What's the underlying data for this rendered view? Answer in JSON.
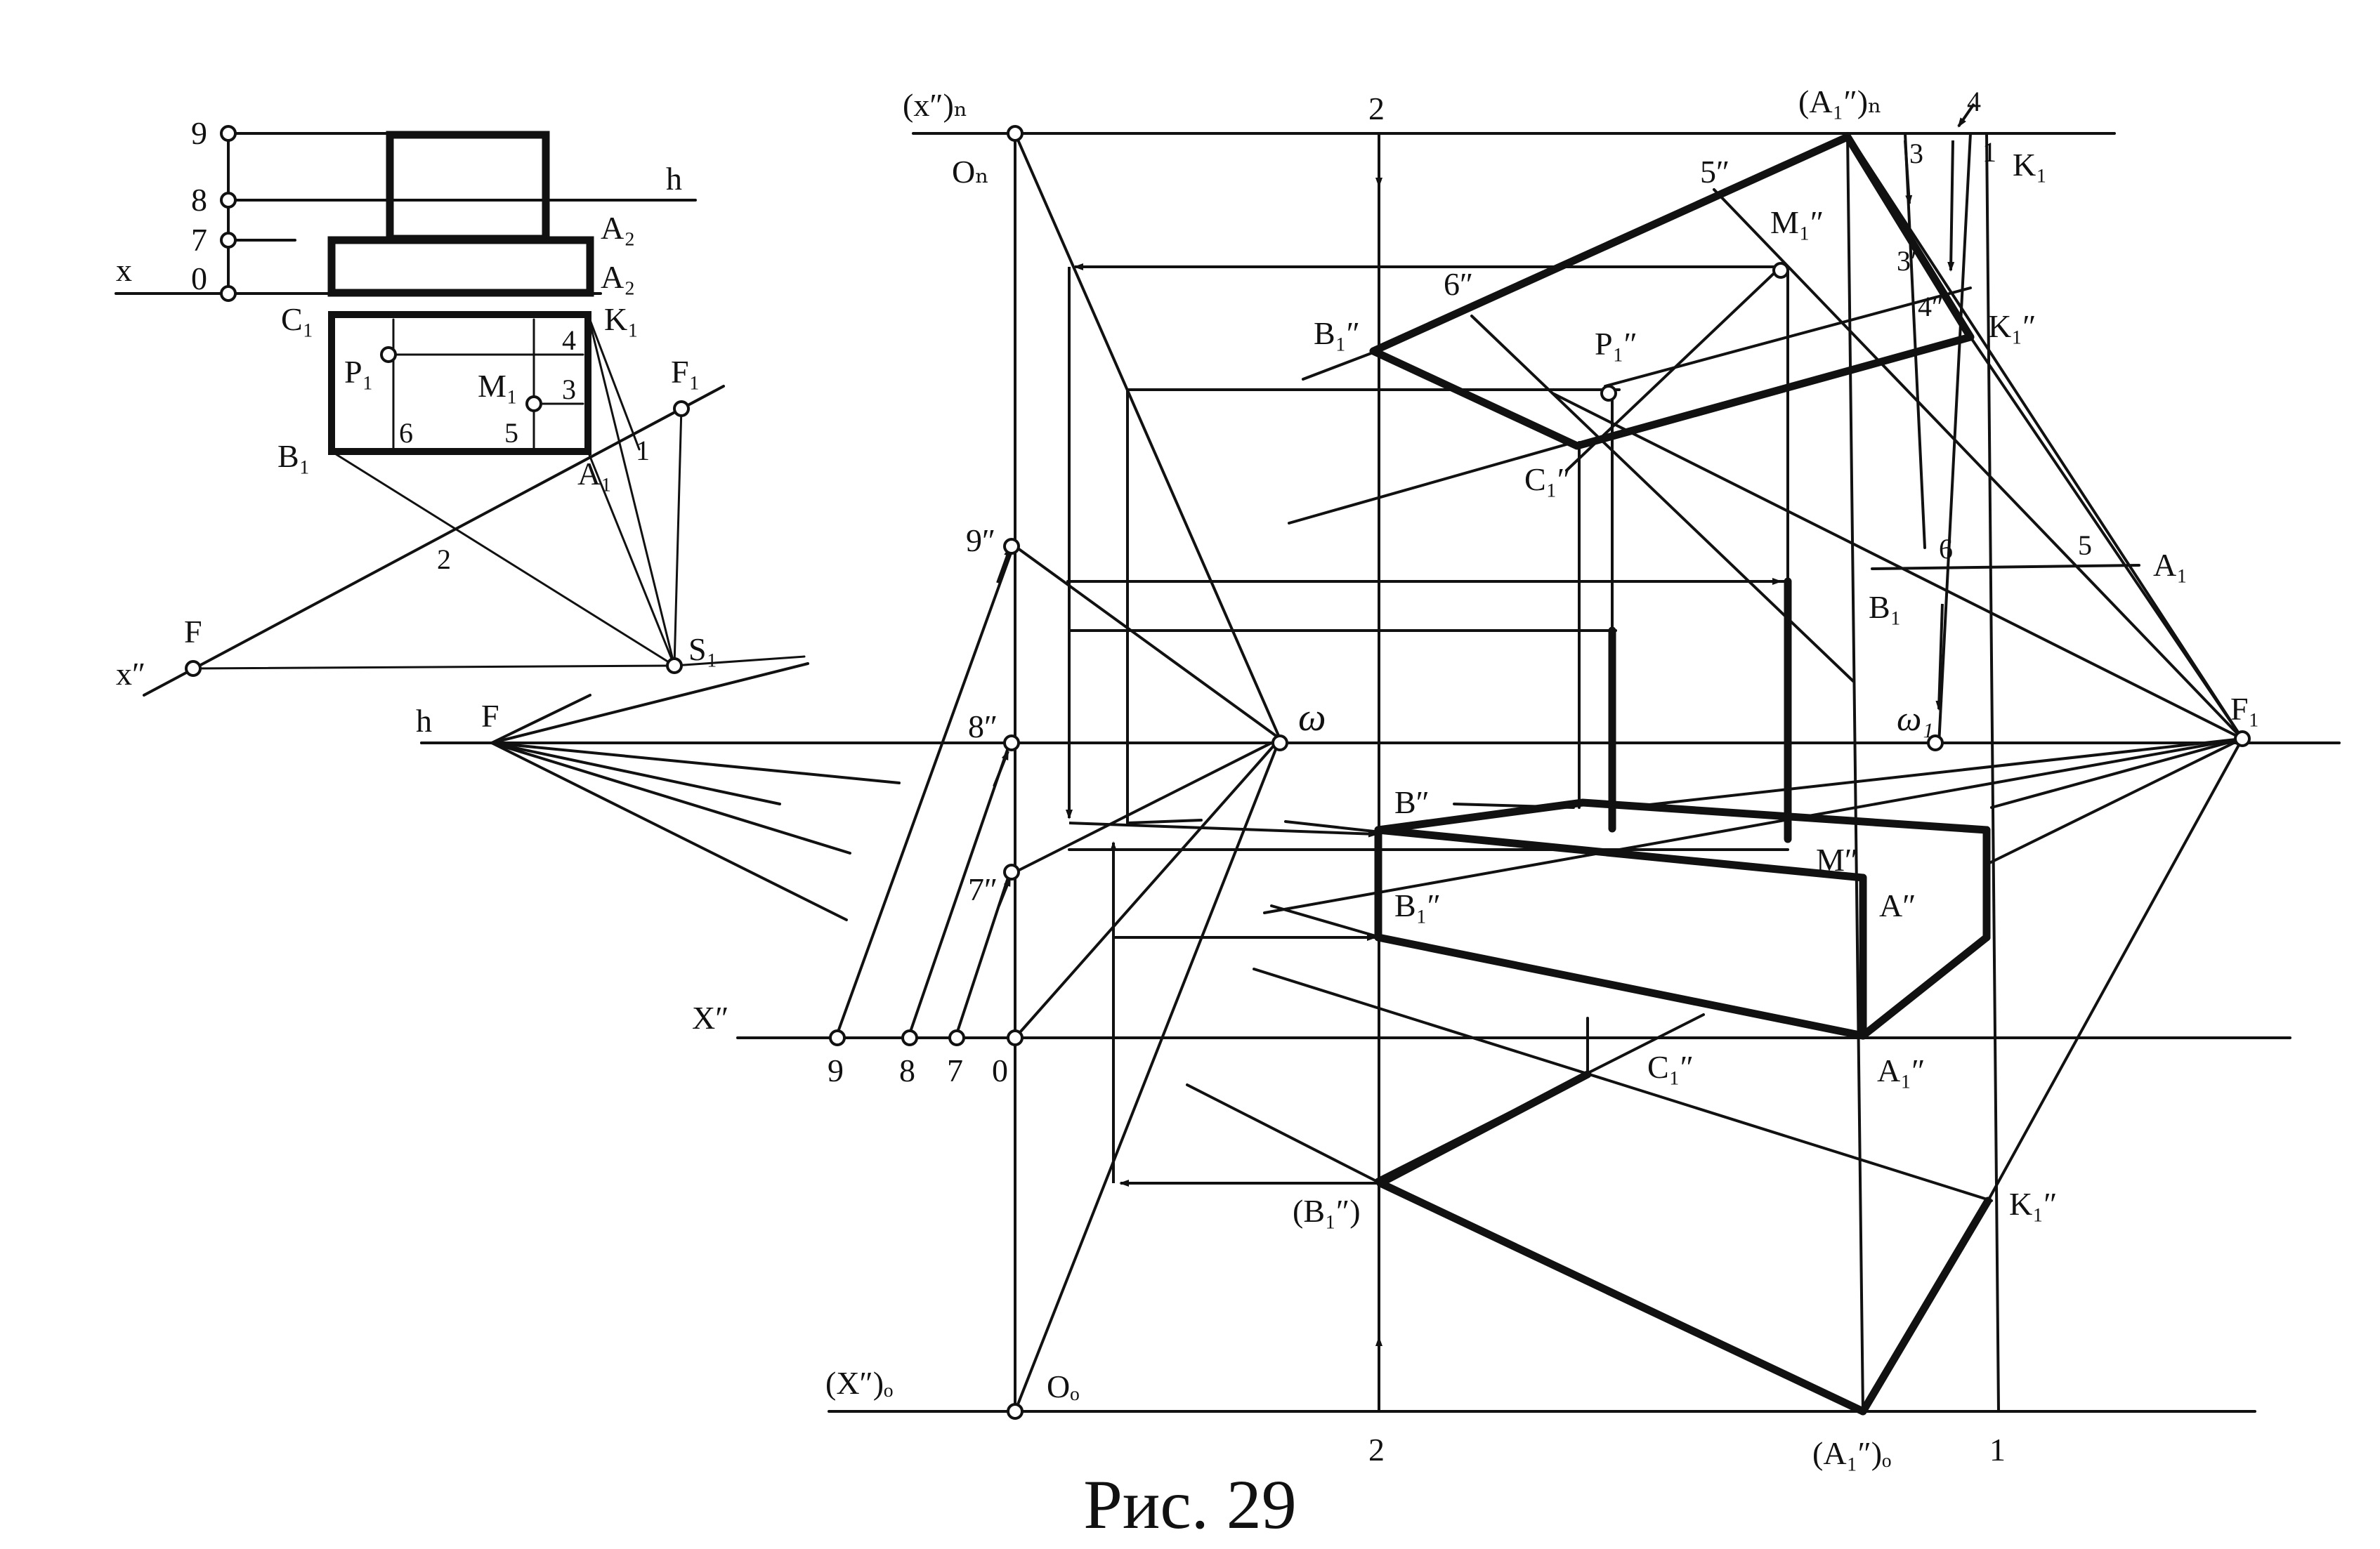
{
  "caption": "Рис. 29",
  "colors": {
    "ink": "#111111",
    "background": "#ffffff"
  },
  "inset": {
    "ruler": [
      "9",
      "8",
      "7",
      "0"
    ],
    "axis_x": "x",
    "horizon": "h",
    "A2_top": "A₂",
    "A2_base": "A₂",
    "C1": "C₁",
    "K1": "K₁",
    "P1": "P₁",
    "M1": "M₁",
    "B1": "B₁",
    "A1": "A₁",
    "F1": "F₁",
    "F": "F",
    "S1": "S₁",
    "x2": "x″",
    "n1": "1",
    "n2": "2",
    "n3": "3",
    "n4": "4",
    "n5": "5",
    "n6": "6"
  },
  "main": {
    "xP": "(x″)ₙ",
    "OP": "Oₙ",
    "top2": "2",
    "A1P": "(A₁″)ₙ",
    "t4": "4",
    "t3": "3",
    "t1": "1",
    "K1top": "K₁",
    "p5": "5″",
    "M1": "M₁″",
    "p3": "3″",
    "p6": "6″",
    "p4": "4″",
    "K1pp": "K₁″",
    "B1pp": "B₁″",
    "P1pp": "P₁″",
    "C1pp": "C₁″",
    "n9": "9″",
    "n8": "8″",
    "n7": "7″",
    "m6": "6",
    "m5": "5",
    "mA1": "A₁",
    "mB1": "B₁",
    "h": "h",
    "F": "F",
    "omega": "ω",
    "omega1": "ω₁",
    "F1": "F₁",
    "Bpp": "B″",
    "Mpp": "M″",
    "B1low": "B₁″",
    "App": "A″",
    "Xpp": "X″",
    "b9": "9",
    "b8": "8",
    "b7": "7",
    "b0": "0",
    "A1pp": "A₁″",
    "C1low": "C₁″",
    "B1par": "(B₁″)",
    "K1low": "K₁″",
    "Xo": "(X″)ₒ",
    "Oo": "Oₒ",
    "bot2": "2",
    "A1o": "(A₁″)ₒ",
    "bot1": "1"
  }
}
